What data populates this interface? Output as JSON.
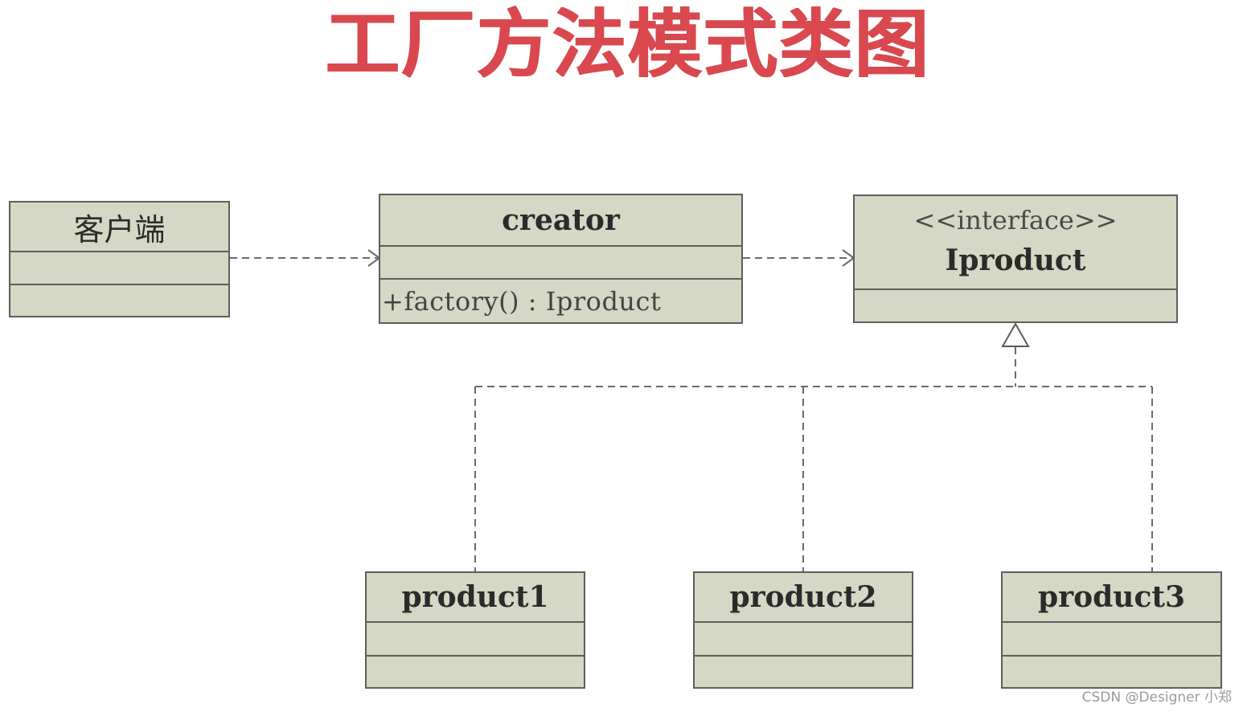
{
  "title": "工厂方法模式类图",
  "classes": {
    "client": {
      "name": "客户端"
    },
    "creator": {
      "name": "creator",
      "operation": "+factory() : Iproduct"
    },
    "iproduct": {
      "stereotype": "<<interface>>",
      "name": "Iproduct"
    },
    "product1": {
      "name": "product1"
    },
    "product2": {
      "name": "product2"
    },
    "product3": {
      "name": "product3"
    }
  },
  "relations": [
    {
      "from": "客户端",
      "to": "creator",
      "type": "dependency"
    },
    {
      "from": "creator",
      "to": "Iproduct",
      "type": "dependency"
    },
    {
      "from": "product1",
      "to": "Iproduct",
      "type": "realization"
    },
    {
      "from": "product2",
      "to": "Iproduct",
      "type": "realization"
    },
    {
      "from": "product3",
      "to": "Iproduct",
      "type": "realization"
    }
  ],
  "colors": {
    "title": "#d9484f",
    "box_fill": "#d4d8c4",
    "box_border": "#5d5f5a",
    "line": "#6b6b6b"
  },
  "watermark": "CSDN @Designer 小郑"
}
